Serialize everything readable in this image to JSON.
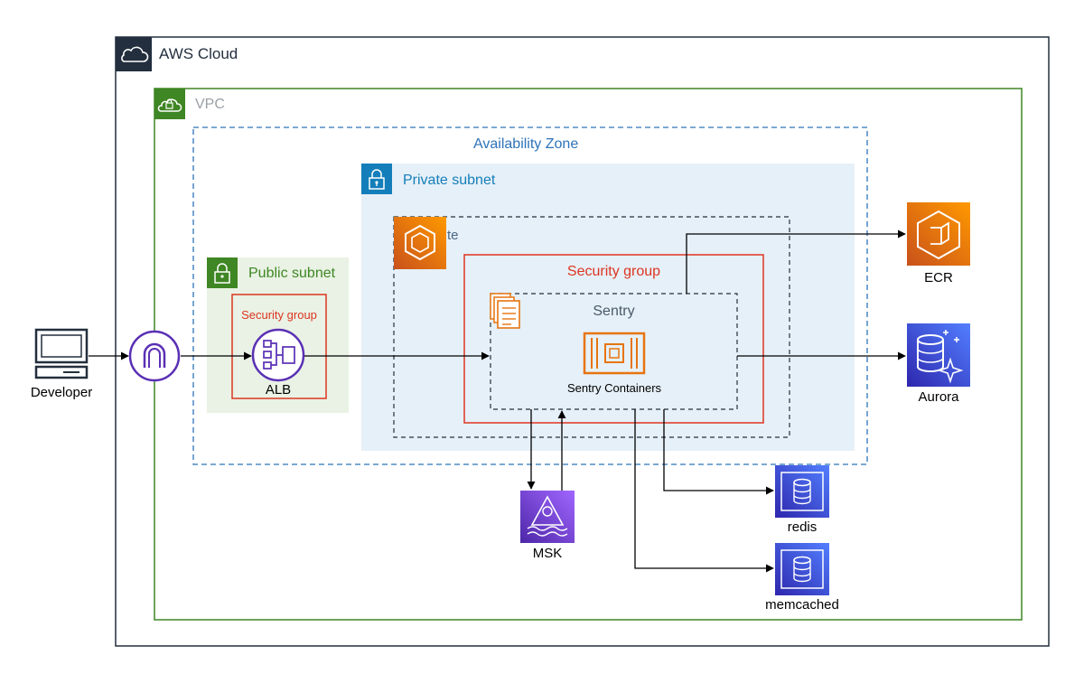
{
  "groups": {
    "aws_cloud": {
      "label": "AWS Cloud",
      "icon": "cloud-icon"
    },
    "vpc": {
      "label": "VPC",
      "icon": "vpc-cloud-lock-icon"
    },
    "availability_zone": {
      "label": "Availability Zone"
    },
    "private_subnet": {
      "label": "Private subnet",
      "icon": "lock-icon"
    },
    "fargate": {
      "label": "te",
      "icon": "ecs-fargate-icon"
    },
    "public_subnet": {
      "label": "Public subnet",
      "icon": "lock-icon"
    },
    "sg_alb": {
      "label": "Security group"
    },
    "sg_sentry": {
      "label": "Security group"
    },
    "sentry_service": {
      "label": "Sentry",
      "icon": "ecs-task-icon"
    }
  },
  "nodes": {
    "developer": {
      "label": "Developer",
      "icon": "desktop-computer-icon"
    },
    "internet_gateway": {
      "label": "",
      "icon": "internet-gateway-icon"
    },
    "alb": {
      "label": "ALB",
      "icon": "load-balancer-icon"
    },
    "sentry_containers": {
      "label": "Sentry Containers",
      "icon": "container-chip-icon"
    },
    "ecr": {
      "label": "ECR",
      "icon": "ecr-icon"
    },
    "aurora": {
      "label": "Aurora",
      "icon": "aurora-database-icon"
    },
    "msk": {
      "label": "MSK",
      "icon": "msk-kafka-icon"
    },
    "redis": {
      "label": "redis",
      "icon": "elasticache-icon"
    },
    "memcached": {
      "label": "memcached",
      "icon": "elasticache-icon"
    }
  },
  "edges": [
    {
      "from": "developer",
      "to": "internet_gateway"
    },
    {
      "from": "internet_gateway",
      "to": "alb"
    },
    {
      "from": "alb",
      "to": "sentry_service"
    },
    {
      "from": "sentry_service",
      "to": "ecr"
    },
    {
      "from": "sentry_service",
      "to": "aurora"
    },
    {
      "from": "sentry_service",
      "to": "msk"
    },
    {
      "from": "msk",
      "to": "sentry_service"
    },
    {
      "from": "sentry_service",
      "to": "redis"
    },
    {
      "from": "sentry_service",
      "to": "memcached"
    }
  ],
  "colors": {
    "cloud_border": "#232f3e",
    "vpc_green": "#3f8624",
    "az_blue": "#2e73b8",
    "subnet_blue": "#147eba",
    "subnet_fill": "#e6f0f8",
    "public_fill": "#e9f2e4",
    "security_red": "#dd3522",
    "compute_orange": "#e7740f",
    "database_blue": "#3b48cc",
    "analytics_purple": "#7a3ed8",
    "network_purple": "#5a30b5"
  }
}
